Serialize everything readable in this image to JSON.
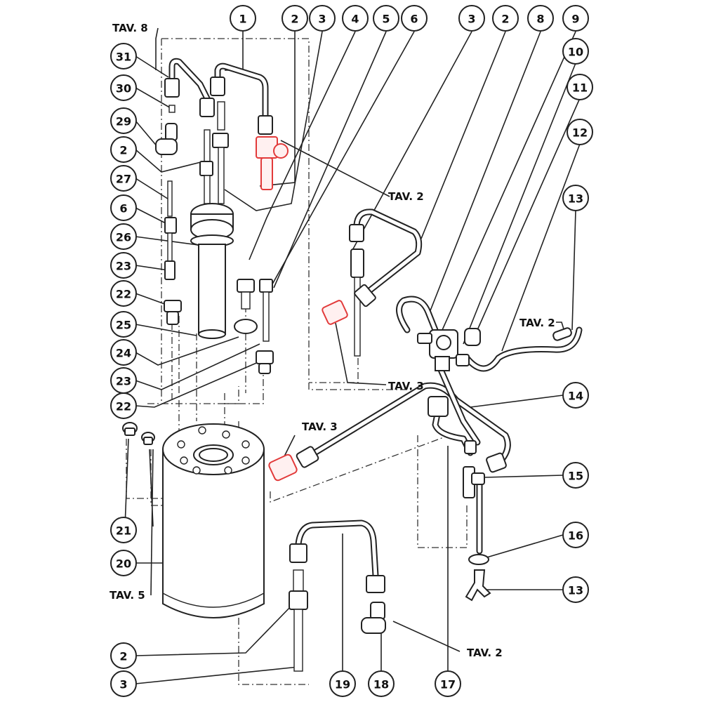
{
  "diagram": {
    "callouts": [
      {
        "id": "c1",
        "label": "1"
      },
      {
        "id": "c2a",
        "label": "2"
      },
      {
        "id": "c3a",
        "label": "3"
      },
      {
        "id": "c4",
        "label": "4"
      },
      {
        "id": "c5",
        "label": "5"
      },
      {
        "id": "c6a",
        "label": "6"
      },
      {
        "id": "c3b",
        "label": "3"
      },
      {
        "id": "c2b",
        "label": "2"
      },
      {
        "id": "c8",
        "label": "8"
      },
      {
        "id": "c9",
        "label": "9"
      },
      {
        "id": "c10",
        "label": "10"
      },
      {
        "id": "c11",
        "label": "11"
      },
      {
        "id": "c12",
        "label": "12"
      },
      {
        "id": "c13a",
        "label": "13"
      },
      {
        "id": "c31",
        "label": "31"
      },
      {
        "id": "c30",
        "label": "30"
      },
      {
        "id": "c29",
        "label": "29"
      },
      {
        "id": "c2c",
        "label": "2"
      },
      {
        "id": "c27",
        "label": "27"
      },
      {
        "id": "c6b",
        "label": "6"
      },
      {
        "id": "c26",
        "label": "26"
      },
      {
        "id": "c23a",
        "label": "23"
      },
      {
        "id": "c22a",
        "label": "22"
      },
      {
        "id": "c25",
        "label": "25"
      },
      {
        "id": "c24",
        "label": "24"
      },
      {
        "id": "c23b",
        "label": "23"
      },
      {
        "id": "c22b",
        "label": "22"
      },
      {
        "id": "c14",
        "label": "14"
      },
      {
        "id": "c15",
        "label": "15"
      },
      {
        "id": "c16",
        "label": "16"
      },
      {
        "id": "c13b",
        "label": "13"
      },
      {
        "id": "c21",
        "label": "21"
      },
      {
        "id": "c20",
        "label": "20"
      },
      {
        "id": "c2d",
        "label": "2"
      },
      {
        "id": "c3c",
        "label": "3"
      },
      {
        "id": "c19",
        "label": "19"
      },
      {
        "id": "c18",
        "label": "18"
      },
      {
        "id": "c17",
        "label": "17"
      }
    ],
    "references": [
      {
        "id": "tav8",
        "label": "TAV. 8"
      },
      {
        "id": "tav2a",
        "label": "TAV. 2"
      },
      {
        "id": "tav3a",
        "label": "TAV. 3"
      },
      {
        "id": "tav2b",
        "label": "TAV. 2"
      },
      {
        "id": "tav3b",
        "label": "TAV. 3"
      },
      {
        "id": "tav5",
        "label": "TAV. 5"
      },
      {
        "id": "tav2c",
        "label": "TAV. 2"
      }
    ],
    "colors": {
      "line": "#222222",
      "highlight": "#e23a3a",
      "background": "#ffffff"
    }
  }
}
